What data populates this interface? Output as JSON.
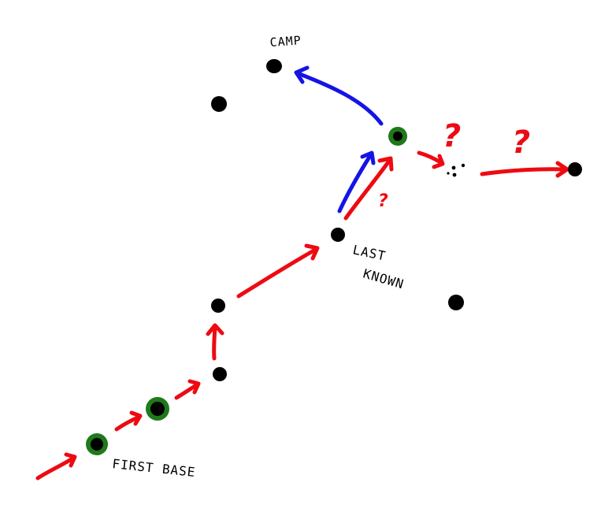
{
  "colors": {
    "route": "#ee0a12",
    "alternate_route": "#1414e6",
    "waypoint": "#000000",
    "visited_ring": "#1f7a1a",
    "uncertain": "#ee0a12"
  },
  "labels": {
    "camp": "CAMP",
    "first_base": "FIRST BASE",
    "last_known_line1": "LAST",
    "last_known_line2": "KNOWN"
  },
  "uncertainty_mark": "?"
}
